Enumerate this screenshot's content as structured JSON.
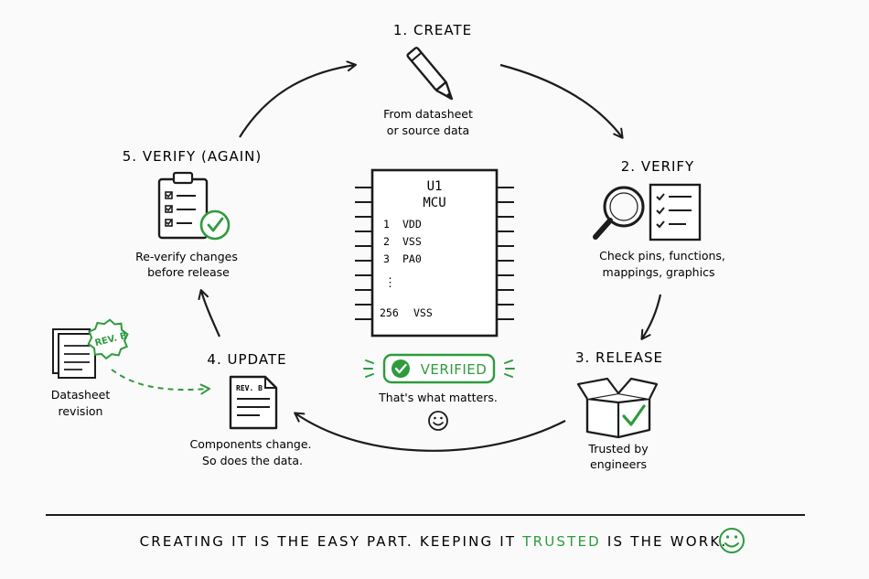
{
  "accent": "#2e9b3e",
  "ink": "#1c1c1c",
  "steps": {
    "create": {
      "title": "1.  CREATE",
      "caption1": "From datasheet",
      "caption2": "or source data",
      "icon": "pencil-icon"
    },
    "verify": {
      "title": "2.  VERIFY",
      "caption1": "Check pins, functions,",
      "caption2": "mappings, graphics",
      "icon": "magnifier-checklist-icon"
    },
    "release": {
      "title": "3.  RELEASE",
      "caption1": "Trusted by",
      "caption2": "engineers",
      "icon": "box-check-icon"
    },
    "update": {
      "title": "4.  UPDATE",
      "caption1": "Components change.",
      "caption2": "So does the data.",
      "doc_label": "REV. B",
      "icon": "document-icon"
    },
    "reverify": {
      "title": "5.  VERIFY (AGAIN)",
      "caption1": "Re-verify changes",
      "caption2": "before release",
      "icon": "clipboard-check-icon"
    }
  },
  "datasheet": {
    "caption1": "Datasheet",
    "caption2": "revision",
    "stamp": "REV. B",
    "icon": "datasheet-stack-icon"
  },
  "chip": {
    "name": "U1",
    "type": "MCU",
    "pins": [
      {
        "num": "1",
        "name": "VDD"
      },
      {
        "num": "2",
        "name": "VSS"
      },
      {
        "num": "3",
        "name": "PA0"
      }
    ],
    "ellipsis": "⋮",
    "last_pin": {
      "num": "256",
      "name": "VSS"
    }
  },
  "badge": {
    "label": "VERIFIED",
    "note": "That's what matters.",
    "icon": "check-circle-icon"
  },
  "footer": {
    "part1": "CREATING  IT  IS  THE  EASY  PART.  KEEPING  IT",
    "highlight": "TRUSTED",
    "part2": "IS  THE  WORK.",
    "icon": "smiley-icon"
  }
}
